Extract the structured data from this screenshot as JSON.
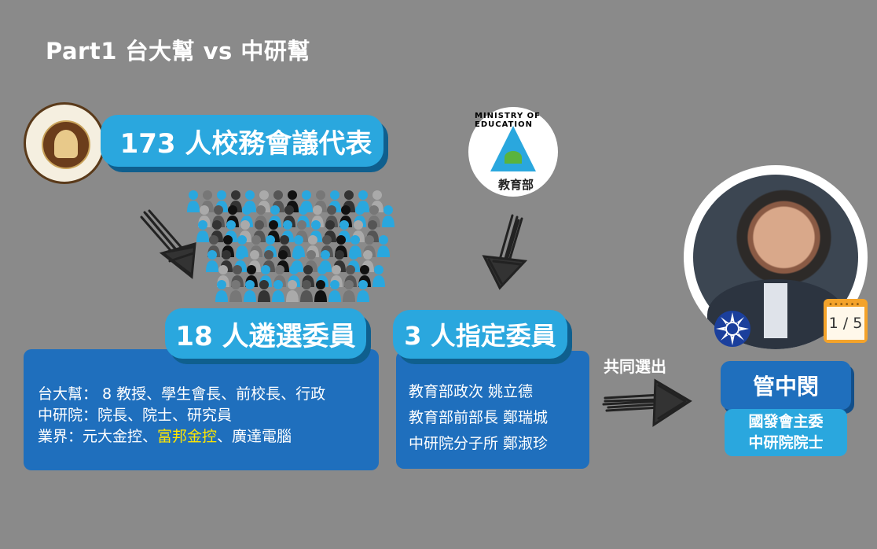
{
  "title": "Part1 台大幫 vs 中研幫",
  "ntu": {
    "logo_icon": "ntu-seal-icon",
    "pill_text": "173 人校務會議代表"
  },
  "moe": {
    "logo_icon": "ministry-of-education-logo",
    "logo_text": "MINISTRY OF EDUCATION",
    "logo_caption": "教育部"
  },
  "selection": {
    "pill_text": "18 人遴選委員",
    "lines": {
      "ntu": "台大幫： 8 教授、學生會長、前校長、行政",
      "as": "中研院：院長、院士、研究員",
      "industry_prefix": "業界：元大金控、",
      "industry_highlight": "富邦金控",
      "industry_suffix": "、廣達電腦"
    },
    "highlight_color": "#ffe600"
  },
  "appointed": {
    "pill_text": "3 人指定委員",
    "lines": [
      "教育部政次 姚立德",
      "教育部前部長 鄭瑞城",
      "中研院分子所 鄭淑珍"
    ]
  },
  "result": {
    "co_label": "共同選出",
    "name": "管中閔",
    "titles": [
      "國發會主委",
      "中研院院士"
    ],
    "party_icon": "kmt-emblem-icon",
    "calendar_icon": "calendar-icon",
    "page_counter": "1 / 5"
  },
  "colors": {
    "background": "#8a8a8a",
    "pill_blue": "#2aa7de",
    "panel_blue": "#1f6fbd",
    "pill_shadow": "#0f5f8e"
  }
}
